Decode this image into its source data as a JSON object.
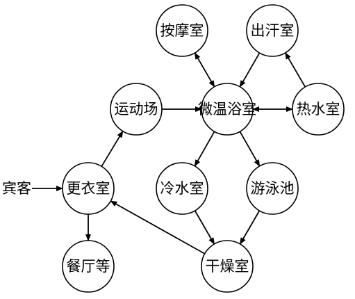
{
  "diagram": {
    "nodes": {
      "guest": "宾客",
      "changing_room": "更衣室",
      "restaurant": "餐厅等",
      "sports_field": "运动场",
      "massage_room": "按摩室",
      "sweat_room": "出汗室",
      "warm_bath": "微温浴室",
      "hot_water_room": "热水室",
      "cold_water_room": "冷水室",
      "swimming_pool": "游泳池",
      "drying_room": "干燥室"
    },
    "edges": [
      {
        "from": "guest",
        "to": "changing_room",
        "direction": "forward"
      },
      {
        "from": "changing_room",
        "to": "sports_field",
        "direction": "forward"
      },
      {
        "from": "changing_room",
        "to": "restaurant",
        "direction": "forward"
      },
      {
        "from": "sports_field",
        "to": "warm_bath",
        "direction": "forward"
      },
      {
        "from": "massage_room",
        "to": "warm_bath",
        "direction": "both"
      },
      {
        "from": "sweat_room",
        "to": "warm_bath",
        "direction": "forward"
      },
      {
        "from": "hot_water_room",
        "to": "sweat_room",
        "direction": "forward"
      },
      {
        "from": "warm_bath",
        "to": "hot_water_room",
        "direction": "both"
      },
      {
        "from": "warm_bath",
        "to": "cold_water_room",
        "direction": "forward"
      },
      {
        "from": "warm_bath",
        "to": "swimming_pool",
        "direction": "forward"
      },
      {
        "from": "cold_water_room",
        "to": "drying_room",
        "direction": "forward"
      },
      {
        "from": "swimming_pool",
        "to": "drying_room",
        "direction": "forward"
      },
      {
        "from": "drying_room",
        "to": "changing_room",
        "direction": "forward"
      }
    ]
  }
}
